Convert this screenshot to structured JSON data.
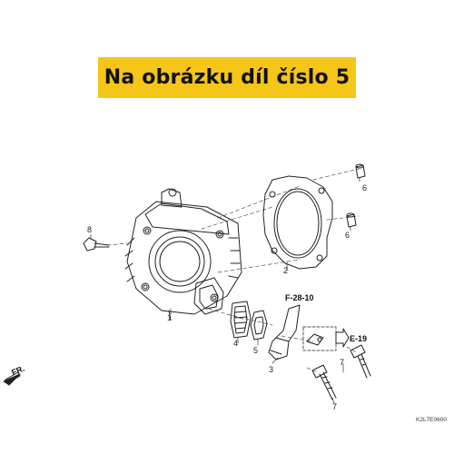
{
  "banner": {
    "text": "Na obrázku díl číslo 5",
    "color": "#f5c518"
  },
  "callouts": {
    "c1": "1",
    "c2": "2",
    "c3": "3",
    "c4": "4",
    "c5": "5",
    "c6a": "6",
    "c6b": "6",
    "c7a": "7",
    "c7b": "7",
    "c8": "8"
  },
  "refs": {
    "f2810": "F-28-10",
    "e19": "E-19",
    "fr": "FR."
  },
  "diagram_code": "K2L7E0600"
}
